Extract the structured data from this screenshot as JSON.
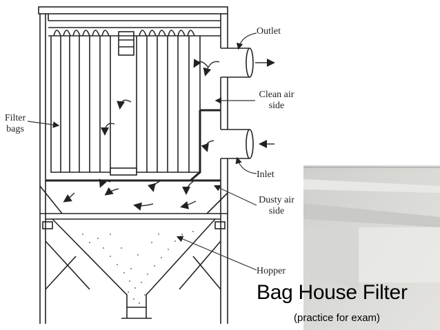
{
  "labels": {
    "outlet": "Outlet",
    "clean_air_1": "Clean air",
    "clean_air_2": "side",
    "filter_bags_1": "Filter",
    "filter_bags_2": "bags",
    "inlet": "Inlet",
    "dusty_air_1": "Dusty air",
    "dusty_air_2": "side",
    "hopper": "Hopper"
  },
  "slide": {
    "title": "Bag House Filter",
    "subtitle": "(practice for exam)"
  }
}
